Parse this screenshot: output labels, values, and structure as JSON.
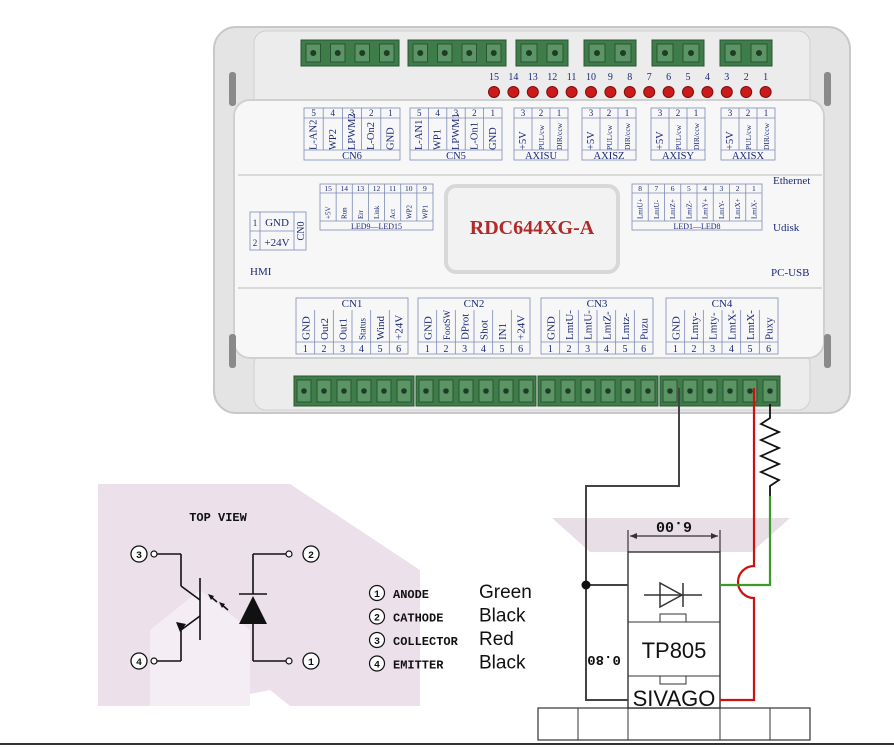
{
  "board": {
    "model": "RDC644XG-A",
    "top_pins": [
      "15",
      "14",
      "13",
      "12",
      "11",
      "10",
      "9",
      "8",
      "7",
      "6",
      "5",
      "4",
      "3",
      "2",
      "1"
    ],
    "top_connectors": [
      {
        "name": "CN6",
        "pins": [
          {
            "num": "5",
            "label": "L-AN2"
          },
          {
            "num": "4",
            "label": "WP2"
          },
          {
            "num": "3",
            "label": "LPWM2"
          },
          {
            "num": "2",
            "label": "L-On2"
          },
          {
            "num": "1",
            "label": "GND"
          }
        ]
      },
      {
        "name": "CN5",
        "pins": [
          {
            "num": "5",
            "label": "L-AN1"
          },
          {
            "num": "4",
            "label": "WP1"
          },
          {
            "num": "3",
            "label": "LPWM1"
          },
          {
            "num": "2",
            "label": "L-On1"
          },
          {
            "num": "1",
            "label": "GND"
          }
        ]
      },
      {
        "name": "AXISU",
        "pins": [
          {
            "num": "3",
            "label": "+5V"
          },
          {
            "num": "2",
            "label": "PUL/cw"
          },
          {
            "num": "1",
            "label": "DIR/ccw"
          }
        ]
      },
      {
        "name": "AXISZ",
        "pins": [
          {
            "num": "3",
            "label": "+5V"
          },
          {
            "num": "2",
            "label": "PUL/cw"
          },
          {
            "num": "1",
            "label": "DIR/ccw"
          }
        ]
      },
      {
        "name": "AXISY",
        "pins": [
          {
            "num": "3",
            "label": "+5V"
          },
          {
            "num": "2",
            "label": "PUL/cw"
          },
          {
            "num": "1",
            "label": "DIR/ccw"
          }
        ]
      },
      {
        "name": "AXISX",
        "pins": [
          {
            "num": "3",
            "label": "+5V"
          },
          {
            "num": "2",
            "label": "PUL/cw"
          },
          {
            "num": "1",
            "label": "DIR/ccw"
          }
        ]
      }
    ],
    "led_left": {
      "name": "LED9—LED15",
      "nums": [
        "15",
        "14",
        "13",
        "12",
        "11",
        "10",
        "9"
      ],
      "labels": [
        "+5V",
        "Run",
        "Err",
        "Link",
        "Act",
        "WP2",
        "WP1"
      ]
    },
    "led_right": {
      "name": "LED1—LED8",
      "nums": [
        "8",
        "7",
        "6",
        "5",
        "4",
        "3",
        "2",
        "1"
      ],
      "labels": [
        "LmtU+",
        "LmtU-",
        "LmtZ+",
        "LmtZ-",
        "LmtY+",
        "LmtY-",
        "LmtX+",
        "LmtX-"
      ]
    },
    "cn0": {
      "name": "CN0",
      "rows": [
        {
          "num": "1",
          "label": "GND"
        },
        {
          "num": "2",
          "label": "+24V"
        }
      ]
    },
    "side_labels": {
      "hmi": "HMI",
      "ethernet": "Ethernet",
      "udisk": "Udisk",
      "pcusb": "PC-USB"
    },
    "bottom_connectors": [
      {
        "name": "CN1",
        "pins": [
          {
            "num": "1",
            "label": "GND"
          },
          {
            "num": "2",
            "label": "Out2"
          },
          {
            "num": "3",
            "label": "Out1"
          },
          {
            "num": "4",
            "label": "Status"
          },
          {
            "num": "5",
            "label": "Wind"
          },
          {
            "num": "6",
            "label": "+24V"
          }
        ]
      },
      {
        "name": "CN2",
        "pins": [
          {
            "num": "1",
            "label": "GND"
          },
          {
            "num": "2",
            "label": "FootSW"
          },
          {
            "num": "3",
            "label": "DProt"
          },
          {
            "num": "4",
            "label": "Shot"
          },
          {
            "num": "5",
            "label": "IN1"
          },
          {
            "num": "6",
            "label": "+24V"
          }
        ]
      },
      {
        "name": "CN3",
        "pins": [
          {
            "num": "1",
            "label": "GND"
          },
          {
            "num": "2",
            "label": "LmtU-"
          },
          {
            "num": "3",
            "label": "LmtU-"
          },
          {
            "num": "4",
            "label": "LmtZ-"
          },
          {
            "num": "5",
            "label": "Lmtz-"
          },
          {
            "num": "6",
            "label": "Puzu"
          }
        ]
      },
      {
        "name": "CN4",
        "pins": [
          {
            "num": "1",
            "label": "GND"
          },
          {
            "num": "2",
            "label": "Lmty-"
          },
          {
            "num": "3",
            "label": "Lmty-"
          },
          {
            "num": "4",
            "label": "LmtX-"
          },
          {
            "num": "5",
            "label": "LmtX-"
          },
          {
            "num": "6",
            "label": "Puxy"
          }
        ]
      }
    ]
  },
  "optocoupler": {
    "title": "TOP VIEW",
    "pins": [
      {
        "num": "1",
        "name": "ANODE",
        "color": "Green"
      },
      {
        "num": "2",
        "name": "CATHODE",
        "color": "Black"
      },
      {
        "num": "3",
        "name": "COLLECTOR",
        "color": "Red"
      },
      {
        "num": "4",
        "name": "EMITTER",
        "color": "Black"
      }
    ]
  },
  "sensor": {
    "model": "TP805",
    "brand": "SIVAGO",
    "dim_top": "6.00",
    "dim_side": "0.80"
  },
  "colors": {
    "board_text": "#1c2a7a",
    "model_text": "#b02a2a",
    "wire_red": "#cc1111",
    "wire_green": "#3a9a2a",
    "wire_black": "#222222",
    "led_red": "#cc1a1a",
    "connector_green": "#3e7d4a"
  }
}
